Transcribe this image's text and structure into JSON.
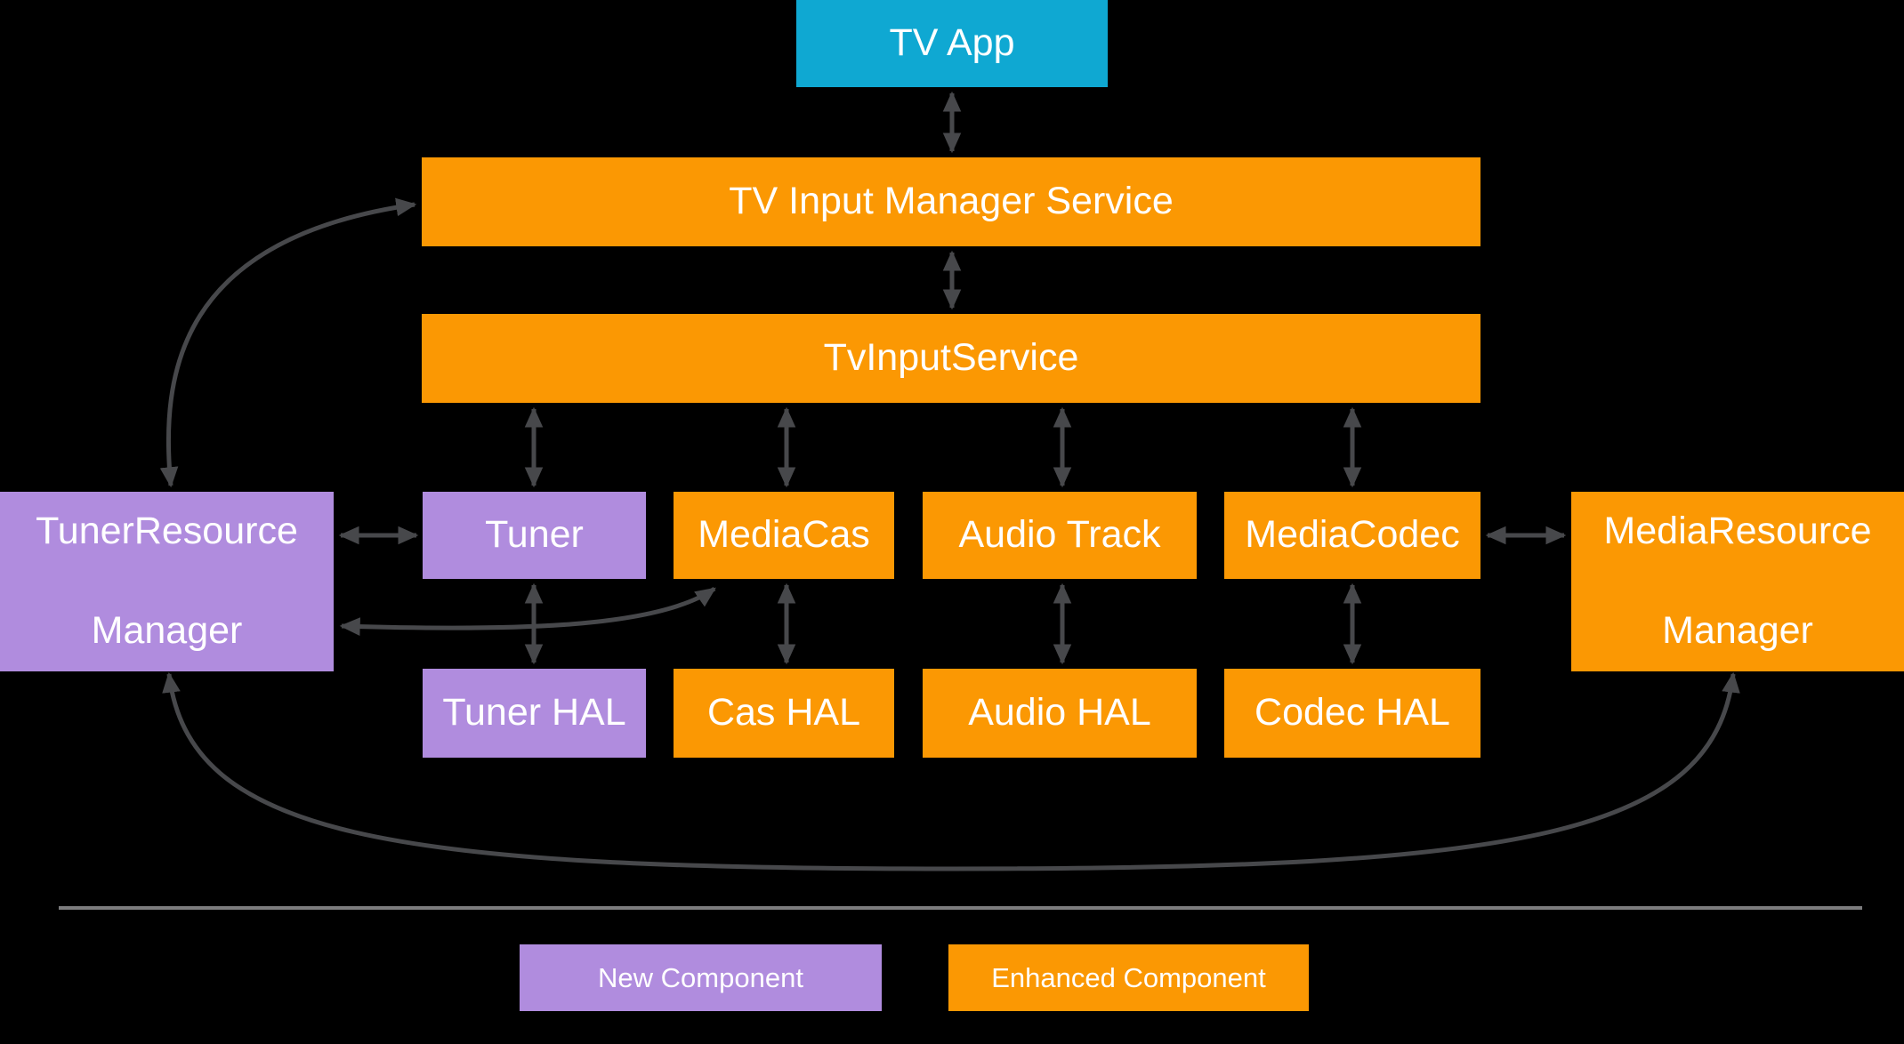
{
  "nodes": {
    "tv_app": {
      "label": "TV App",
      "type": "core"
    },
    "tv_input_manager_service": {
      "label": "TV Input Manager Service",
      "type": "enhanced"
    },
    "tv_input_service": {
      "label": "TvInputService",
      "type": "enhanced"
    },
    "tuner": {
      "label": "Tuner",
      "type": "new"
    },
    "media_cas": {
      "label": "MediaCas",
      "type": "enhanced"
    },
    "audio_track": {
      "label": "Audio Track",
      "type": "enhanced"
    },
    "media_codec": {
      "label": "MediaCodec",
      "type": "enhanced"
    },
    "tuner_resource_manager": {
      "lines": [
        "TunerResource",
        "Manager"
      ],
      "type": "new"
    },
    "media_resource_manager": {
      "lines": [
        "MediaResource",
        "Manager"
      ],
      "type": "enhanced"
    },
    "tuner_hal": {
      "label": "Tuner HAL",
      "type": "new"
    },
    "cas_hal": {
      "label": "Cas HAL",
      "type": "enhanced"
    },
    "audio_hal": {
      "label": "Audio HAL",
      "type": "enhanced"
    },
    "codec_hal": {
      "label": "Codec HAL",
      "type": "enhanced"
    }
  },
  "connections": [
    {
      "from": "TV App",
      "to": "TV Input Manager Service",
      "direction": "bidirectional"
    },
    {
      "from": "TV Input Manager Service",
      "to": "TvInputService",
      "direction": "bidirectional"
    },
    {
      "from": "TvInputService",
      "to": "Tuner",
      "direction": "bidirectional"
    },
    {
      "from": "TvInputService",
      "to": "MediaCas",
      "direction": "bidirectional"
    },
    {
      "from": "TvInputService",
      "to": "Audio Track",
      "direction": "bidirectional"
    },
    {
      "from": "TvInputService",
      "to": "MediaCodec",
      "direction": "bidirectional"
    },
    {
      "from": "Tuner",
      "to": "Tuner HAL",
      "direction": "bidirectional"
    },
    {
      "from": "MediaCas",
      "to": "Cas HAL",
      "direction": "bidirectional"
    },
    {
      "from": "Audio Track",
      "to": "Audio HAL",
      "direction": "bidirectional"
    },
    {
      "from": "MediaCodec",
      "to": "Codec HAL",
      "direction": "bidirectional"
    },
    {
      "from": "TunerResourceManager",
      "to": "Tuner",
      "direction": "bidirectional"
    },
    {
      "from": "MediaCodec",
      "to": "MediaResourceManager",
      "direction": "bidirectional"
    },
    {
      "from": "TunerResourceManager",
      "to": "TV Input Manager Service",
      "direction": "bidirectional",
      "style": "curved"
    },
    {
      "from": "TunerResourceManager",
      "to": "MediaCas",
      "direction": "bidirectional",
      "style": "curved"
    },
    {
      "from": "TunerResourceManager",
      "to": "MediaResourceManager",
      "direction": "bidirectional",
      "style": "curved"
    }
  ],
  "legend": {
    "new_component": "New Component",
    "enhanced_component": "Enhanced Component"
  },
  "colors": {
    "background": "#000000",
    "core": "#0FA8D2",
    "enhanced": "#FB9803",
    "new": "#B08CDE",
    "arrow": "#47484B",
    "divider": "#7C7C7E",
    "text": "#FFFFFF"
  }
}
